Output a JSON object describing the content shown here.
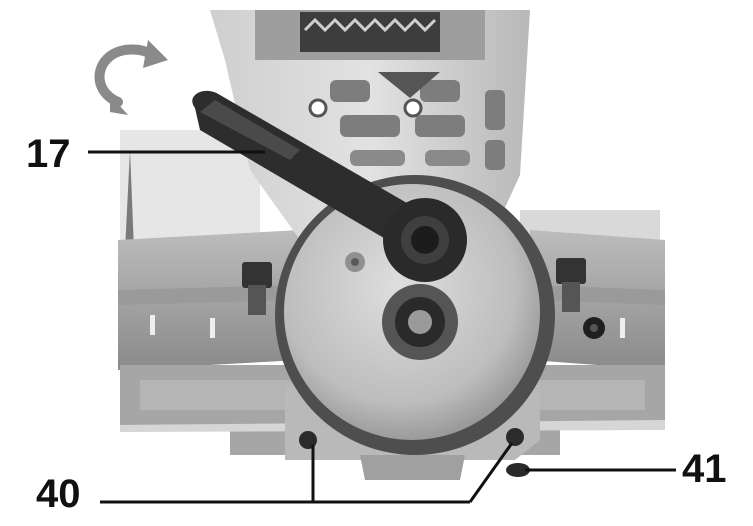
{
  "callouts": {
    "c17": "17",
    "c40": "40",
    "c41": "41"
  },
  "colors": {
    "background": "#ffffff",
    "metal_light": "#c8c8c8",
    "metal_mid": "#a4a4a4",
    "metal_dark": "#5a5a5a",
    "handle": "#2b2b2b",
    "leader_line": "#111111"
  },
  "icons": {
    "rotation": "curved-arrow-icon"
  }
}
